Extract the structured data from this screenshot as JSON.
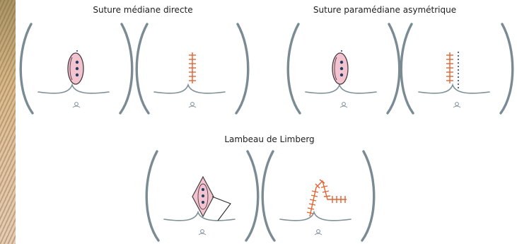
{
  "titles": {
    "top_left": "Suture médiane directe",
    "top_right": "Suture paramédiane asymétrique",
    "bottom": "Lambeau de Limberg"
  },
  "colors": {
    "body_outline": "#7b8b94",
    "lesion_fill": "#f3c3cf",
    "suture": "#e26432",
    "dot": "#1f3f63"
  }
}
